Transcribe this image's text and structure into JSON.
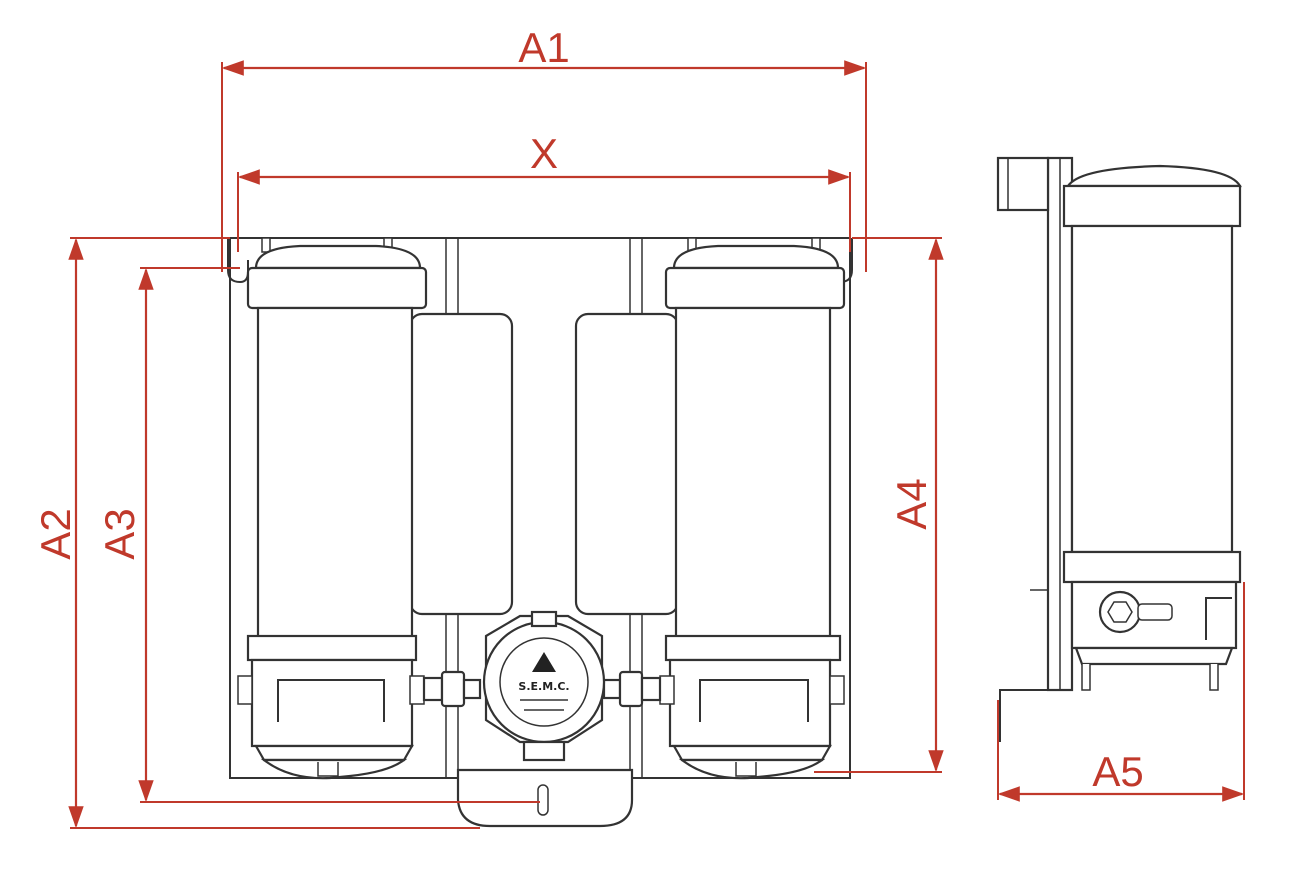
{
  "dimensions": {
    "a1": "A1",
    "x": "X",
    "a2": "A2",
    "a3": "A3",
    "a4": "A4",
    "a5": "A5"
  },
  "nameplate": {
    "brand": "S.E.M.C."
  },
  "colors": {
    "dimension": "#c0392b",
    "outline": "#333333"
  }
}
